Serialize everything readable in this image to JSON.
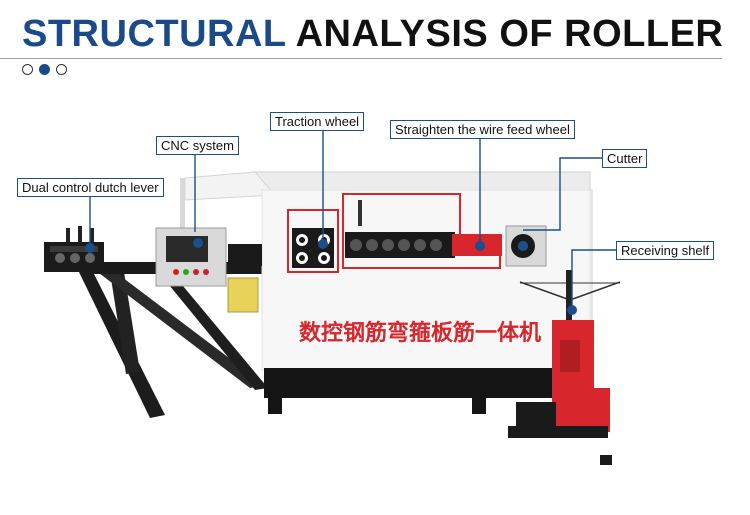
{
  "title": {
    "accent": "STRUCTURAL",
    "rest": "ANALYSIS OF ROLLER"
  },
  "pager": {
    "dots": 3,
    "active_index": 1
  },
  "machine": {
    "front_text": "数控钢筋弯箍板筋一体机"
  },
  "callouts": [
    {
      "id": "dual-control",
      "label": "Dual control dutch lever"
    },
    {
      "id": "cnc",
      "label": "CNC system"
    },
    {
      "id": "traction",
      "label": "Traction wheel"
    },
    {
      "id": "straighten",
      "label": "Straighten the wire feed wheel"
    },
    {
      "id": "cutter",
      "label": "Cutter"
    },
    {
      "id": "receiving",
      "label": "Receiving shelf"
    }
  ],
  "colors": {
    "accent": "#1a4a8a",
    "machine_red": "#d7262c",
    "callout_line": "#1b4e8a"
  }
}
